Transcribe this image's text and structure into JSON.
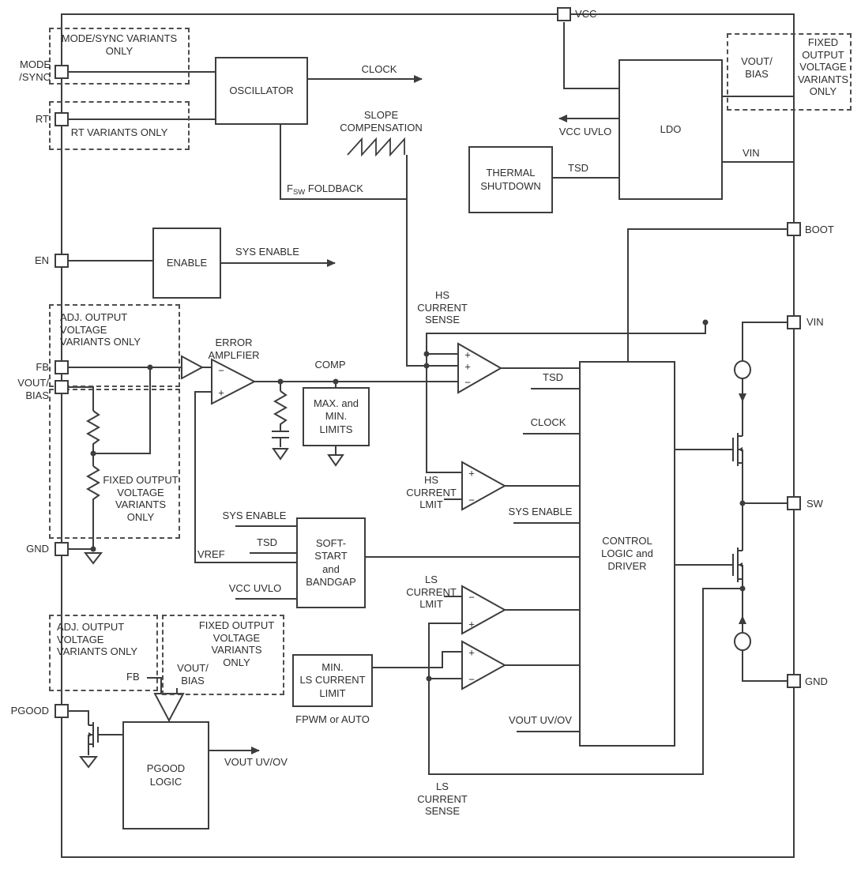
{
  "pins": {
    "vcc": "VCC",
    "mode_sync": "MODE\n/SYNC",
    "rt": "RT",
    "en": "EN",
    "fb": "FB",
    "vout_bias": "VOUT/\nBIAS",
    "gnd_left": "GND",
    "pgood": "PGOOD",
    "boot": "BOOT",
    "vin": "VIN",
    "sw": "SW",
    "gnd_right": "GND"
  },
  "blocks": {
    "oscillator": "OSCILLATOR",
    "thermal_shutdown": "THERMAL\nSHUTDOWN",
    "ldo": "LDO",
    "enable": "ENABLE",
    "max_min_limits": "MAX. and\nMIN.\nLIMITS",
    "soft_start": "SOFT-\nSTART\nand\nBANDGAP",
    "min_ls_current_limit": "MIN.\nLS CURRENT\nLIMIT",
    "pgood_logic": "PGOOD\nLOGIC",
    "control_logic": "CONTROL\nLOGIC and\nDRIVER"
  },
  "variant_notes": {
    "mode_sync": "MODE/SYNC VARIANTS\nONLY",
    "rt": "RT VARIANTS ONLY",
    "fixed_top_right": "FIXED\nOUTPUT\nVOLTAGE\nVARIANTS\nONLY",
    "adj_mid": "ADJ. OUTPUT\nVOLTAGE\nVARIANTS ONLY",
    "fixed_mid": "FIXED OUTPUT\nVOLTAGE\nVARIANTS\nONLY",
    "adj_bottom": "ADJ. OUTPUT\nVOLTAGE\nVARIANTS ONLY",
    "fixed_bottom": "FIXED OUTPUT\nVOLTAGE\nVARIANTS\nONLY"
  },
  "signals": {
    "clock_top": "CLOCK",
    "slope_compensation": "SLOPE\nCOMPENSATION",
    "fsw_foldback": {
      "f": "F",
      "sub": "SW",
      "rest": " FOLDBACK"
    },
    "vcc_uvlo_ldo": "VCC UVLO",
    "tsd_ldo": "TSD",
    "vin_ldo": "VIN",
    "vout_bias_ldo": "VOUT/\nBIAS",
    "sys_enable_out": "SYS ENABLE",
    "error_amplifier": "ERROR\nAMPLFIER",
    "comp": "COMP",
    "hs_current_sense": "HS\nCURRENT\nSENSE",
    "tsd_ctrl": "TSD",
    "clock_ctrl": "CLOCK",
    "hs_current_limit": "HS\nCURRENT\nLMIT",
    "sys_enable_ctrl": "SYS ENABLE",
    "ls_current_limit": "LS\nCURRENT\nLMIT",
    "vout_uvov_ctrl": "VOUT UV/OV",
    "sys_enable_ss": "SYS ENABLE",
    "tsd_ss": "TSD",
    "vref": "VREF",
    "vcc_uvlo_ss": "VCC UVLO",
    "fpwm_or_auto": "FPWM or AUTO",
    "ls_current_sense": "LS\nCURRENT\nSENSE",
    "fb_bottom": "FB",
    "vout_bias_bottom": "VOUT/\nBIAS",
    "vout_uvov_pgood": "VOUT UV/OV"
  },
  "symbols": {
    "plus": "+",
    "minus": "−"
  },
  "colors": {
    "line": "#3d3d3d",
    "text": "#2e2e2e",
    "background": "#ffffff"
  }
}
